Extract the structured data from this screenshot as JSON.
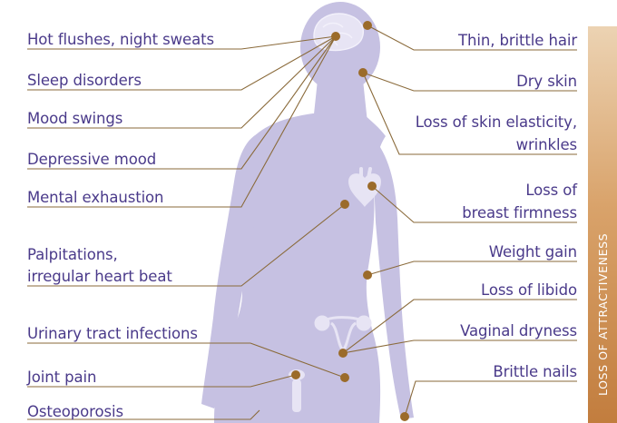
{
  "left_labels": [
    [
      "Hot flushes, night sweats"
    ],
    [
      "Sleep disorders"
    ],
    [
      "Mood swings"
    ],
    [
      "Depressive mood"
    ],
    [
      "Mental exhaustion"
    ],
    [
      "Palpitations,",
      "irregular heart beat"
    ],
    [
      "Urinary tract infections"
    ],
    [
      "Joint pain"
    ],
    [
      "Osteoporosis"
    ]
  ],
  "right_labels": [
    [
      "Thin, brittle hair"
    ],
    [
      "Dry skin"
    ],
    [
      "Loss of skin elasticity,",
      "wrinkles"
    ],
    [
      "Loss of",
      "breast firmness"
    ],
    [
      "Weight gain"
    ],
    [
      "Loss of libido"
    ],
    [
      "Vaginal dryness"
    ],
    [
      "Brittle nails"
    ]
  ],
  "sidebar": {
    "label": "LOSS OF ATTRACTIVENESS"
  },
  "colors": {
    "silhouette": "#c6c1e2",
    "organ": "#e7e4f4",
    "leader_line": "#8a6a3a",
    "dot": "#9b6b2a",
    "text": "#4a3a8a",
    "underline": "#6a5fa6"
  }
}
